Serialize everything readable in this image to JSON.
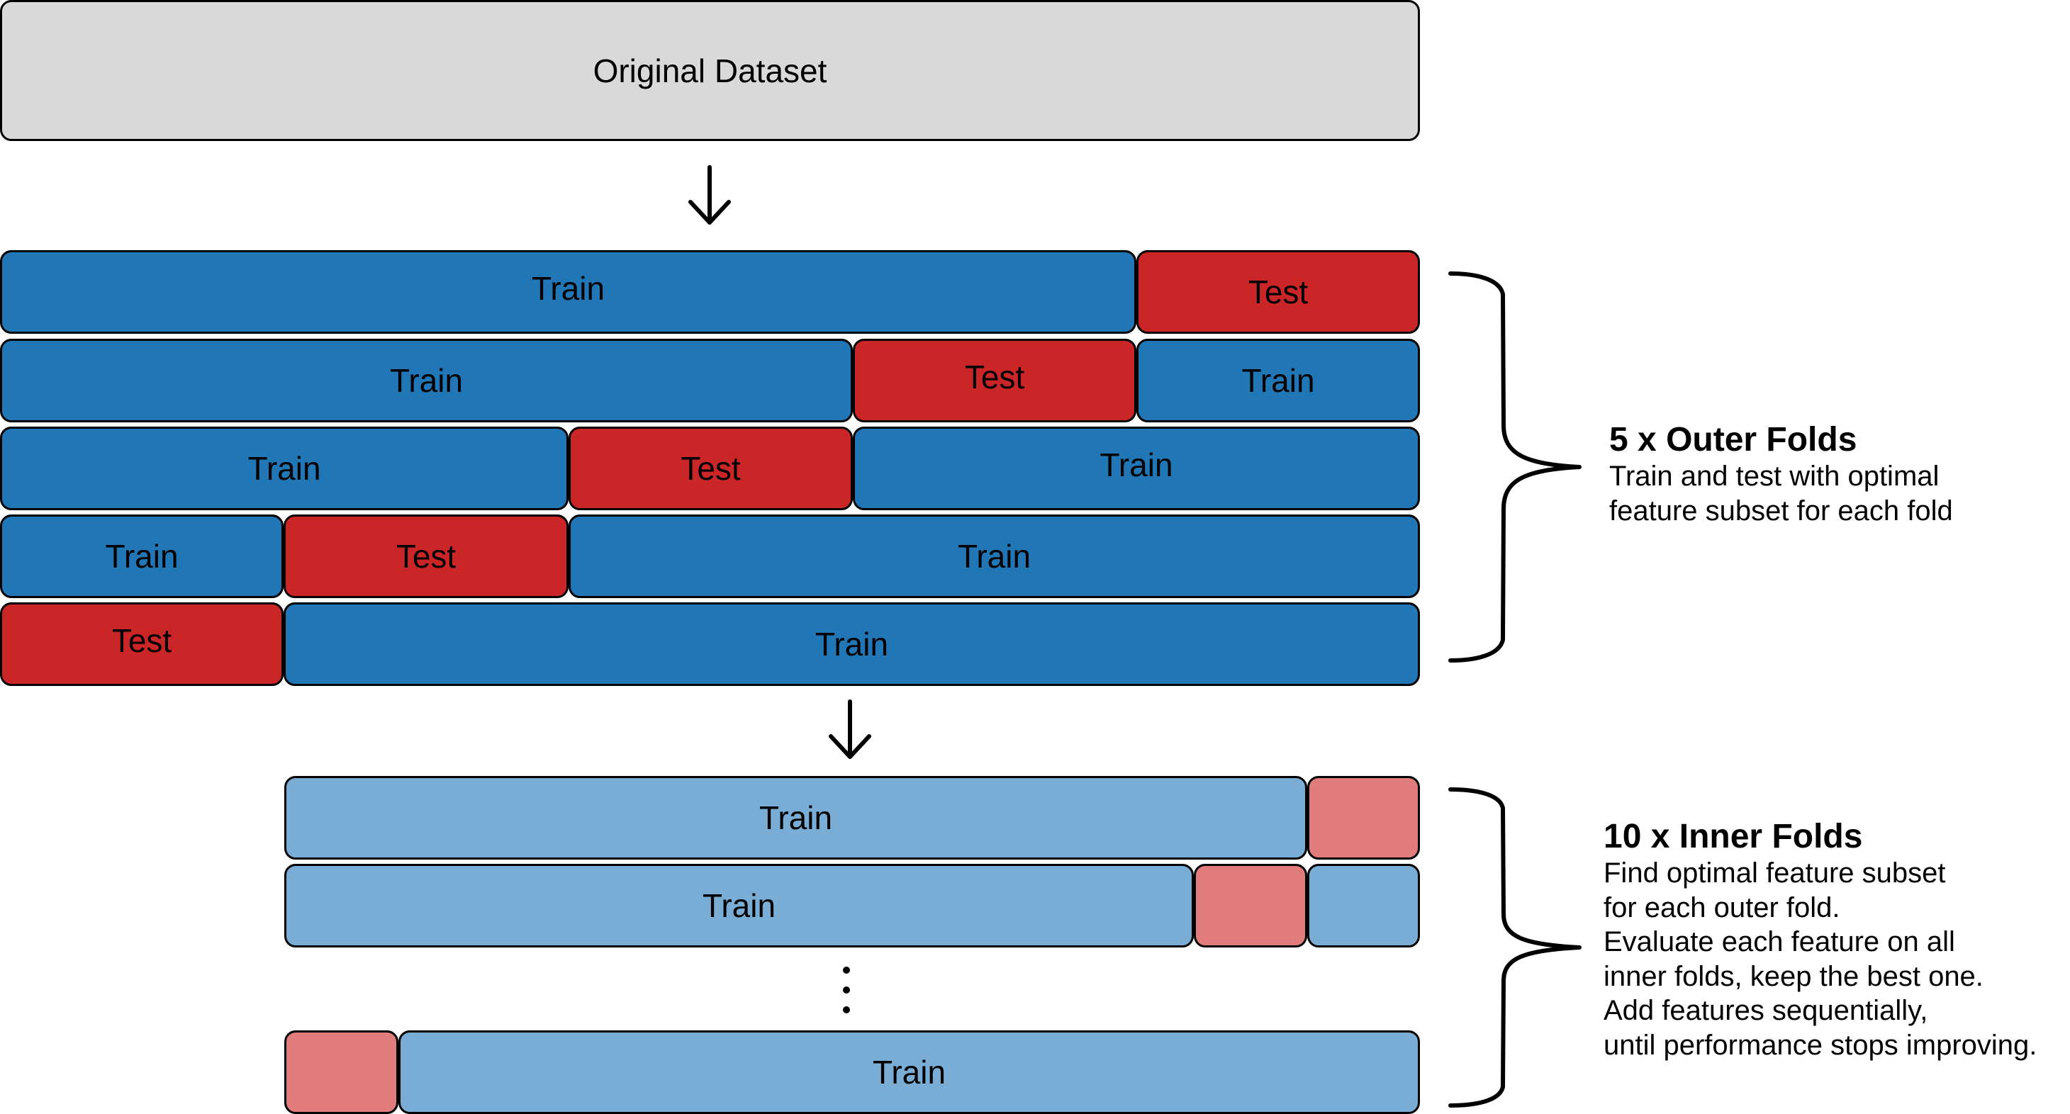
{
  "dataset": {
    "label": "Original Dataset"
  },
  "outer_folds": {
    "rows": [
      [
        {
          "kind": "train",
          "label": "Train"
        },
        {
          "kind": "test",
          "label": "Test"
        }
      ],
      [
        {
          "kind": "train",
          "label": "Train"
        },
        {
          "kind": "test",
          "label": "Test"
        },
        {
          "kind": "train",
          "label": "Train"
        }
      ],
      [
        {
          "kind": "train",
          "label": "Train"
        },
        {
          "kind": "test",
          "label": "Test"
        },
        {
          "kind": "train",
          "label": "Train"
        }
      ],
      [
        {
          "kind": "train",
          "label": "Train"
        },
        {
          "kind": "test",
          "label": "Test"
        },
        {
          "kind": "train",
          "label": "Train"
        }
      ],
      [
        {
          "kind": "test",
          "label": "Test"
        },
        {
          "kind": "train",
          "label": "Train"
        }
      ]
    ],
    "annotation": {
      "title": "5 x Outer Folds",
      "lines": [
        "Train and test with optimal",
        "feature subset for each fold"
      ]
    }
  },
  "inner_folds": {
    "rows": [
      [
        {
          "kind": "train",
          "label": "Train"
        },
        {
          "kind": "test",
          "label": ""
        }
      ],
      [
        {
          "kind": "train",
          "label": "Train"
        },
        {
          "kind": "test",
          "label": ""
        },
        {
          "kind": "train",
          "label": ""
        }
      ],
      [
        {
          "kind": "test",
          "label": ""
        },
        {
          "kind": "train",
          "label": "Train"
        }
      ]
    ],
    "annotation": {
      "title": "10 x Inner Folds",
      "lines": [
        "Find optimal feature subset",
        "for each outer fold.",
        "Evaluate each feature on all",
        "inner folds, keep the best one.",
        "Add features sequentially,",
        "until performance stops improving."
      ]
    }
  },
  "colors": {
    "dataset": "#d9d9d9",
    "outer_train": "#2176b6",
    "outer_test": "#cb2627",
    "inner_train": "#79add5",
    "inner_test": "#e07c7c"
  },
  "icons": [
    "down-arrow-icon",
    "curly-brace-icon",
    "vertical-ellipsis-icon"
  ]
}
